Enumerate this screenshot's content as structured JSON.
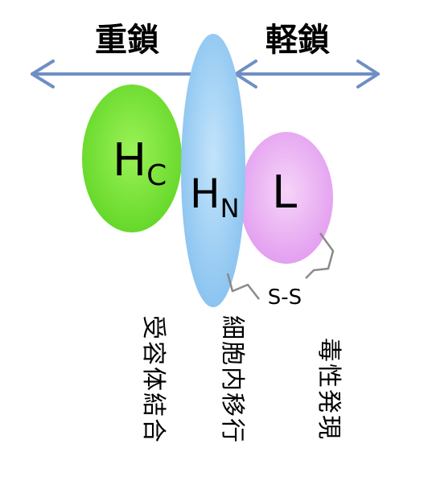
{
  "header": {
    "heavy_chain": "重鎖",
    "light_chain": "軽鎖"
  },
  "domains": {
    "hc": {
      "main": "H",
      "sub": "C"
    },
    "hn": {
      "main": "H",
      "sub": "N"
    },
    "l": {
      "main": "L"
    }
  },
  "disulfide": {
    "label": "S-S"
  },
  "functions": {
    "hc": [
      "受",
      "容",
      "体",
      "結",
      "合"
    ],
    "hn": [
      "細",
      "胞",
      "内",
      "移",
      "行"
    ],
    "l": [
      "毒",
      "性",
      "発",
      "現"
    ]
  },
  "colors": {
    "hc_domain": "#7de43c",
    "hn_domain": "#9ccdf4",
    "l_domain": "#eab0f2",
    "arrow": "#6f8fc2"
  }
}
